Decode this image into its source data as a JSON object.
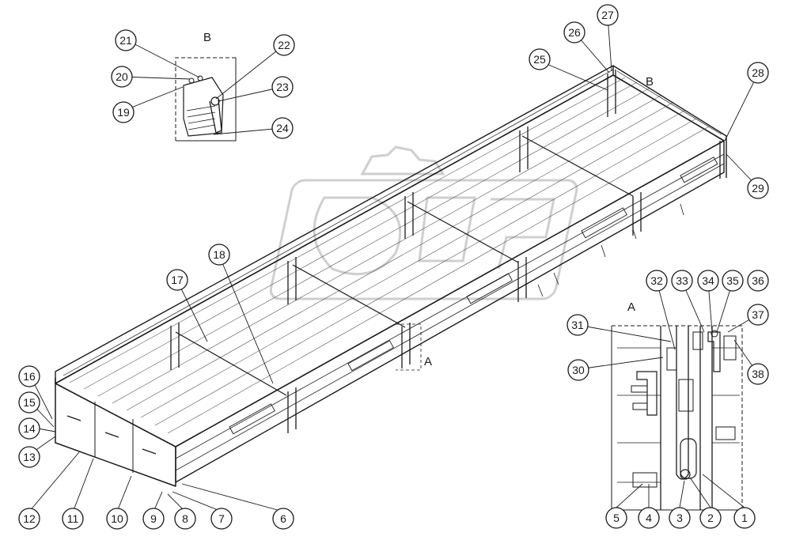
{
  "diagram": {
    "view_labels": {
      "inset_b": "B",
      "inset_a": "A",
      "marker_b": "B",
      "marker_a": "A"
    },
    "callouts": [
      "1",
      "2",
      "3",
      "4",
      "5",
      "6",
      "7",
      "8",
      "9",
      "10",
      "11",
      "12",
      "13",
      "14",
      "15",
      "16",
      "17",
      "18",
      "19",
      "20",
      "21",
      "22",
      "23",
      "24",
      "25",
      "26",
      "27",
      "28",
      "29",
      "30",
      "31",
      "32",
      "33",
      "34",
      "35",
      "36",
      "37",
      "38"
    ]
  }
}
